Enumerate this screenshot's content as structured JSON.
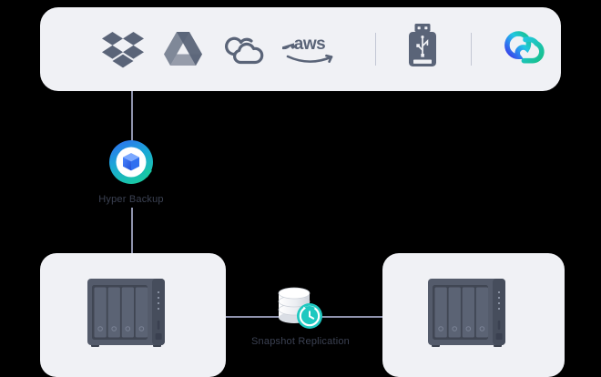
{
  "background_color": "#000000",
  "card_color": "#f0f1f5",
  "connector_color": "#8f93ad",
  "icon_color": "#5a6478",
  "label_color": "#3b4152",
  "cloud_panel": {
    "name": "cloud-destinations-panel",
    "services": [
      {
        "id": "dropbox",
        "name": "dropbox-icon",
        "label": "Dropbox"
      },
      {
        "id": "google-drive",
        "name": "google-drive-icon",
        "label": "Google Drive"
      },
      {
        "id": "cloud",
        "name": "cloud-icon",
        "label": "Cloud Storage"
      },
      {
        "id": "aws",
        "name": "aws-icon",
        "label": "aws"
      },
      {
        "id": "usb",
        "name": "usb-drive-icon",
        "label": "USB Drive"
      },
      {
        "id": "synology-c2",
        "name": "synology-c2-icon",
        "label": "Synology C2"
      }
    ],
    "dividers": 2
  },
  "hyper_backup": {
    "label": "Hyper Backup",
    "icon_name": "hyper-backup-icon",
    "gradient_from": "#2b6ef0",
    "gradient_to": "#19c9a3",
    "cube_color": "#2f6ff0"
  },
  "snapshot_replication": {
    "label": "Snapshot Replication",
    "icon_name": "snapshot-replication-icon",
    "badge_color": "#1ec8c0",
    "database_color": "#e2e5ea"
  },
  "nas_devices": [
    {
      "id": "nas-left",
      "name": "nas-device-left",
      "bays": 4,
      "leds": 4
    },
    {
      "id": "nas-right",
      "name": "nas-device-right",
      "bays": 4,
      "leds": 4
    }
  ],
  "connectors": [
    {
      "id": "conn-top",
      "name": "connector-cloud-to-hyperbackup"
    },
    {
      "id": "conn-mid",
      "name": "connector-hyperbackup-to-nas"
    },
    {
      "id": "conn-h",
      "name": "connector-nas-to-nas"
    }
  ],
  "c2_gradient": {
    "from": "#3b34e8",
    "mid": "#22c8e0",
    "to": "#17c08a"
  }
}
